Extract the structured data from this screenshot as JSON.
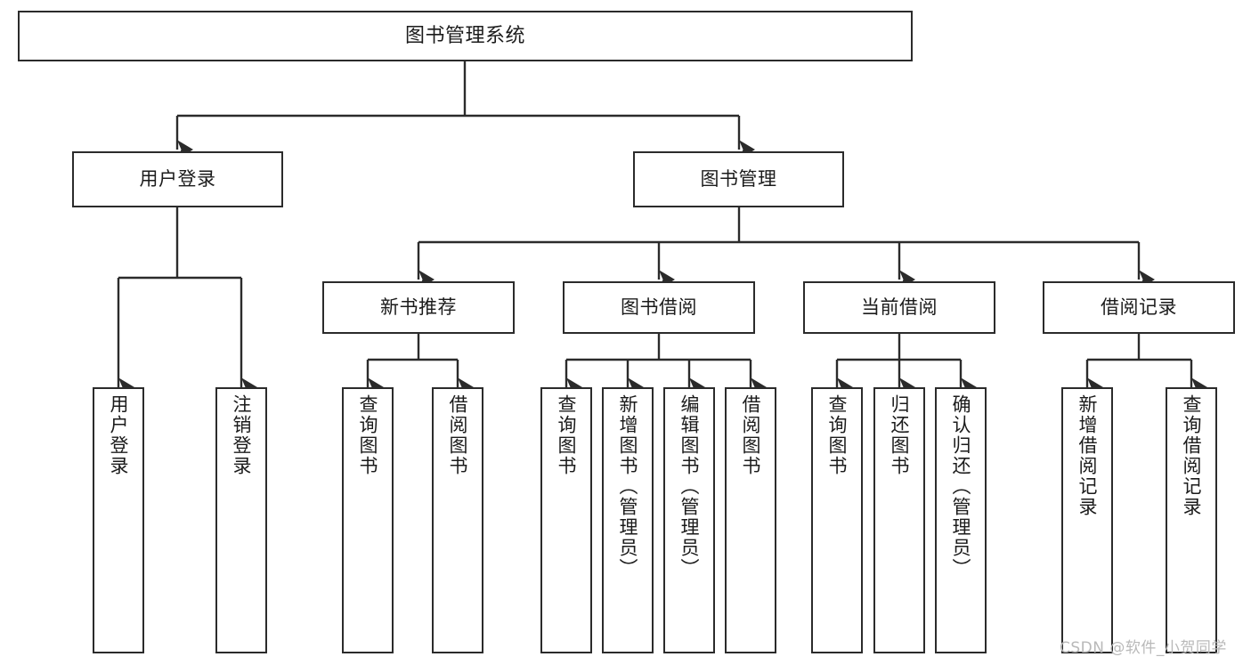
{
  "diagram": {
    "type": "tree-hierarchy",
    "title": "图书管理系统",
    "orientation": "top-down",
    "line_color": "#2b2b2b",
    "box_fill": "#ffffff",
    "text_color": "#1b1b1b"
  },
  "nodes": {
    "root": {
      "label": "图书管理系统",
      "level": 1
    },
    "l2": [
      {
        "id": "user-login",
        "label": "用户登录",
        "level": 2
      },
      {
        "id": "book-manage",
        "label": "图书管理",
        "level": 2
      }
    ],
    "l3": [
      {
        "id": "new-book-rec",
        "label": "新书推荐",
        "level": 3
      },
      {
        "id": "book-borrow",
        "label": "图书借阅",
        "level": 3
      },
      {
        "id": "current-borrow",
        "label": "当前借阅",
        "level": 3
      },
      {
        "id": "borrow-record",
        "label": "借阅记录",
        "level": 3
      }
    ],
    "leaves": [
      {
        "id": "leaf-user-login",
        "label": "用户登录",
        "parent": "user-login"
      },
      {
        "id": "leaf-logout",
        "label": "注销登录",
        "parent": "user-login"
      },
      {
        "id": "leaf-query-book-1",
        "label": "查询图书",
        "parent": "new-book-rec"
      },
      {
        "id": "leaf-borrow-book-1",
        "label": "借阅图书",
        "parent": "new-book-rec"
      },
      {
        "id": "leaf-query-book-2",
        "label": "查询图书",
        "parent": "book-borrow"
      },
      {
        "id": "leaf-add-book",
        "label": "新增图书（管理员）",
        "parent": "book-borrow"
      },
      {
        "id": "leaf-edit-book",
        "label": "编辑图书（管理员）",
        "parent": "book-borrow"
      },
      {
        "id": "leaf-borrow-book-2",
        "label": "借阅图书",
        "parent": "book-borrow"
      },
      {
        "id": "leaf-query-book-3",
        "label": "查询图书",
        "parent": "current-borrow"
      },
      {
        "id": "leaf-return-book",
        "label": "归还图书",
        "parent": "current-borrow"
      },
      {
        "id": "leaf-confirm-return",
        "label": "确认归还（管理员）",
        "parent": "current-borrow"
      },
      {
        "id": "leaf-add-record",
        "label": "新增借阅记录",
        "parent": "borrow-record"
      },
      {
        "id": "leaf-query-record",
        "label": "查询借阅记录",
        "parent": "borrow-record"
      }
    ]
  },
  "watermark": {
    "text": "CSDN @软件_小贺同学"
  }
}
